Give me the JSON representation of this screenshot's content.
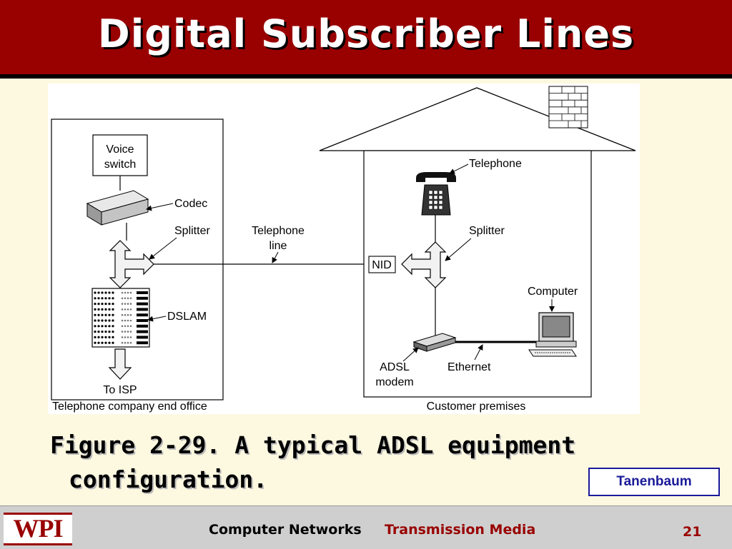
{
  "slide": {
    "title": "Digital Subscriber Lines",
    "caption_line1": "Figure 2-29. A typical ADSL equipment",
    "caption_line2": "configuration.",
    "credit": "Tanenbaum"
  },
  "diagram": {
    "voice_switch_line1": "Voice",
    "voice_switch_line2": "switch",
    "codec": "Codec",
    "splitter_office": "Splitter",
    "telephone_line_line1": "Telephone",
    "telephone_line_line2": "line",
    "dslam": "DSLAM",
    "to_isp": "To ISP",
    "end_office": "Telephone company end office",
    "telephone": "Telephone",
    "splitter_home": "Splitter",
    "nid": "NID",
    "computer": "Computer",
    "adsl_line1": "ADSL",
    "adsl_line2": "modem",
    "ethernet": "Ethernet",
    "customer_premises": "Customer premises"
  },
  "footer": {
    "logo": "WPI",
    "course": "Computer Networks",
    "topic": "Transmission Media",
    "page_number": "21"
  },
  "colors": {
    "title_bar": "#990000",
    "background": "#fdf8e0",
    "credit": "#1a1a9a",
    "topic": "#990000"
  }
}
